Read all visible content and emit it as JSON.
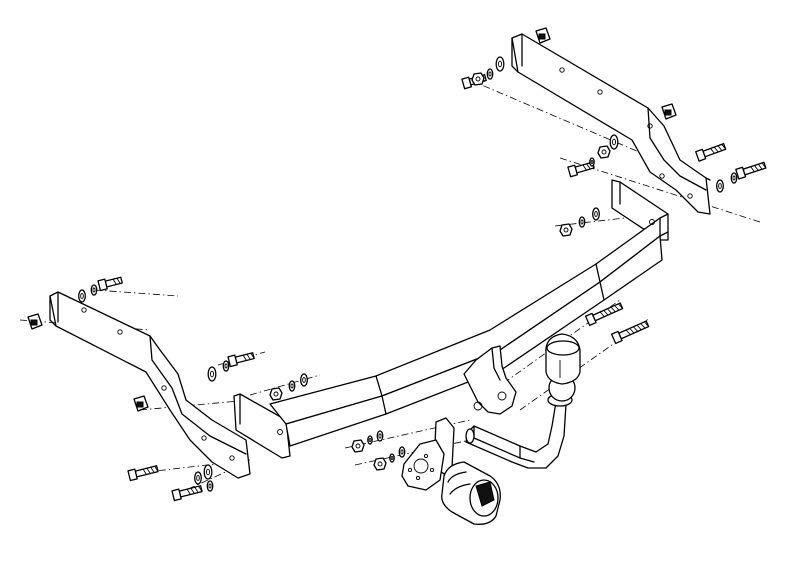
{
  "diagram": {
    "subject": "tow-bar-exploded-assembly",
    "parts": [
      "left-mounting-bracket",
      "right-mounting-bracket",
      "cross-beam",
      "tow-ball-neck",
      "tow-ball",
      "ball-cover-cap",
      "socket-mounting-plate",
      "electrical-socket",
      "bolts",
      "washers",
      "nuts",
      "cage-nuts"
    ],
    "colors": {
      "line": "#000000",
      "background": "#ffffff"
    }
  }
}
